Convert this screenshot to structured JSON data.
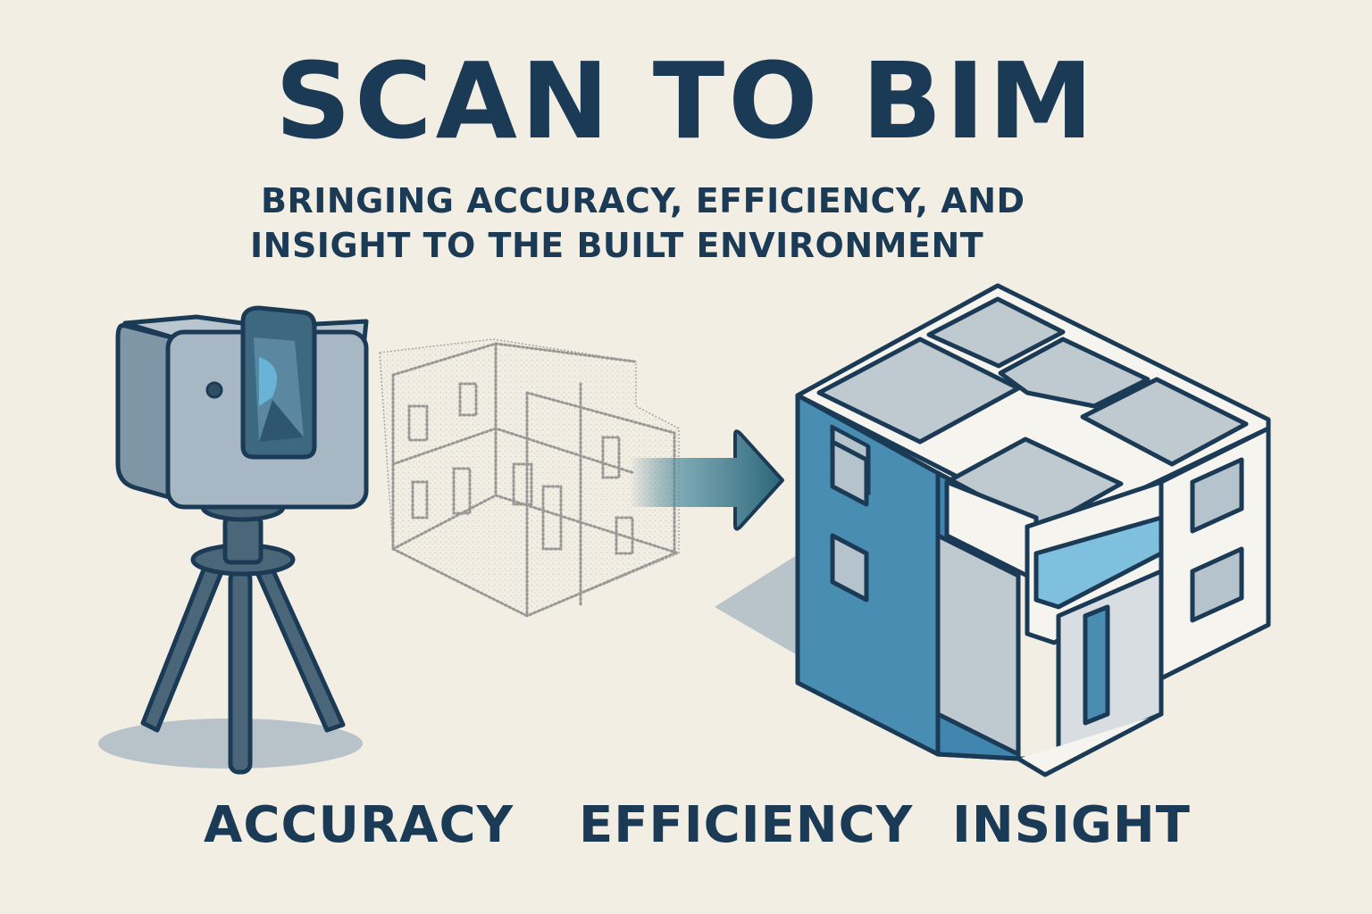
{
  "header": {
    "title": "SCAN TO BIM",
    "subtitle_line1": "BRINGING ACCURACY, EFFICIENCY, AND",
    "subtitle_line2": "INSIGHT TO THE BUILT ENVIRONMENT"
  },
  "illustrations": {
    "scanner": "laser-scanner-on-tripod",
    "point_cloud": "point-cloud-building",
    "arrow": "arrow-right",
    "bim_model": "isometric-bim-building-model"
  },
  "labels": [
    {
      "text": "ACCURACY"
    },
    {
      "text": "EFFICIENCY"
    },
    {
      "text": "INSIGHT"
    }
  ],
  "colors": {
    "background": "#f2eee4",
    "text": "#1b3a55",
    "accent_blue": "#4a8db3",
    "light_blue": "#7ec0dd",
    "arrow": "#2f6c80",
    "scanner_gray": "#9fb0bd"
  }
}
